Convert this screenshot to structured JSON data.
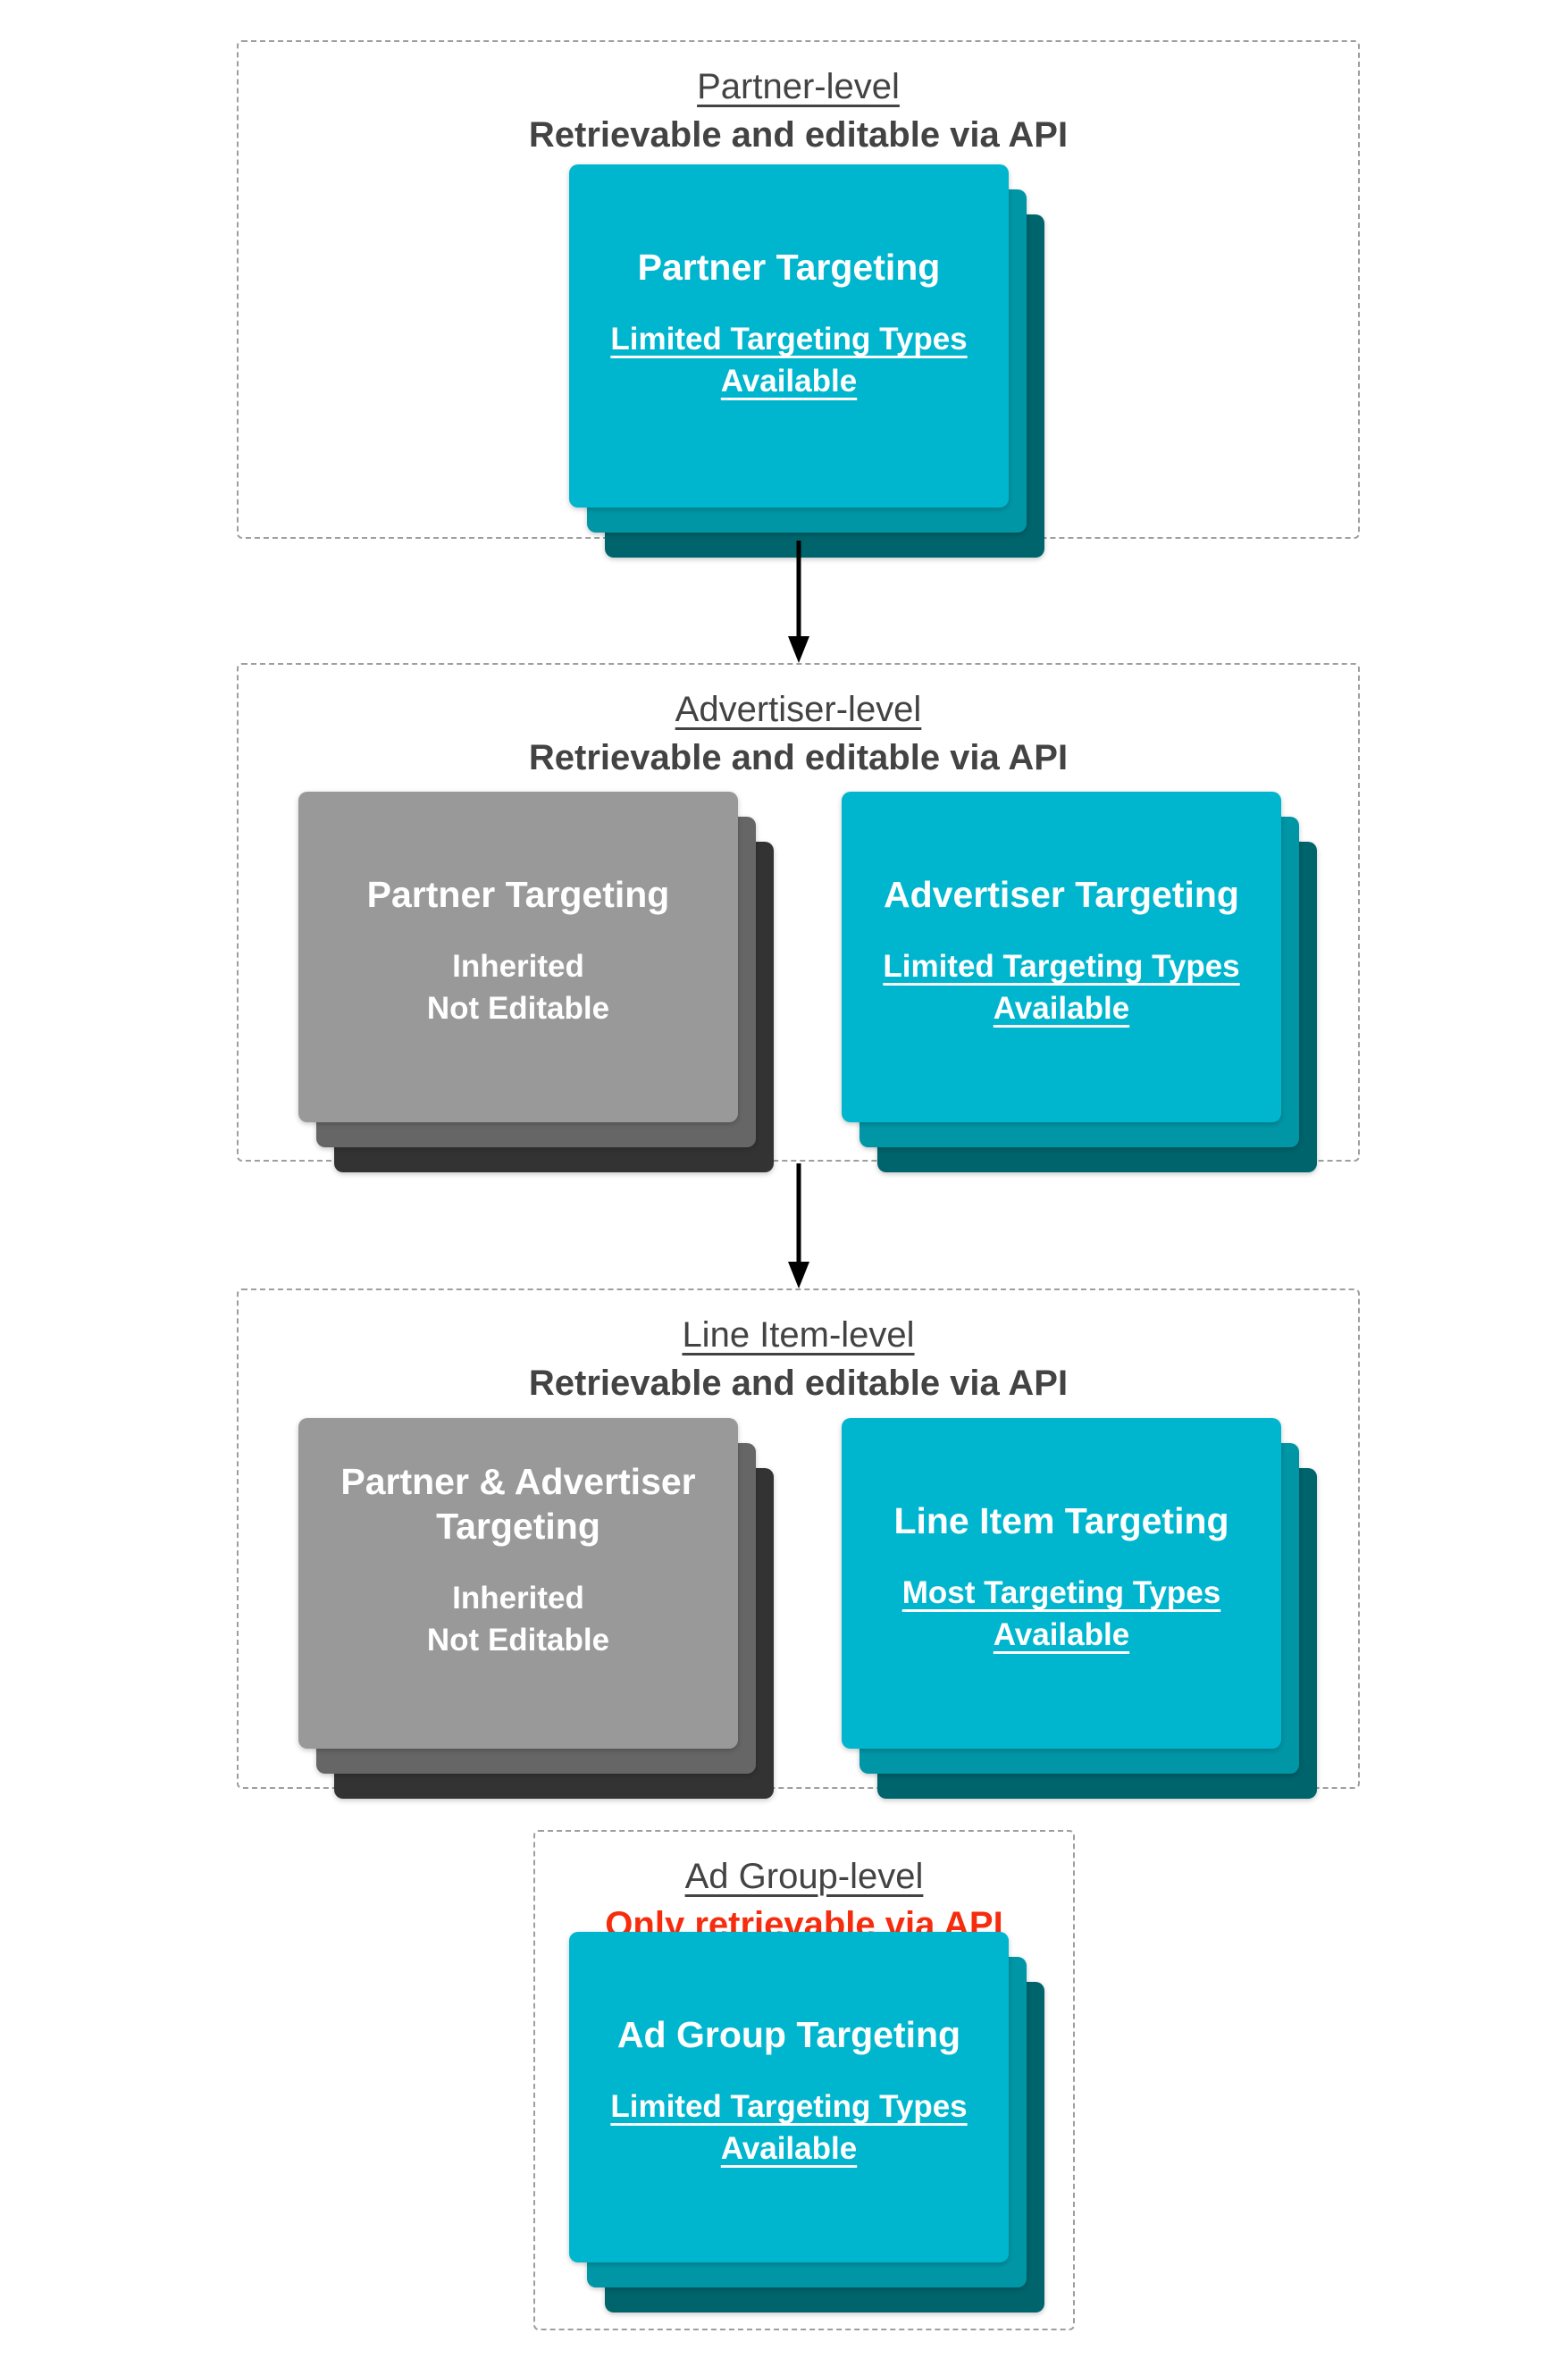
{
  "colors": {
    "teal_front": "#00B6CE",
    "teal_mid": "#0096A6",
    "teal_back": "#00646C",
    "gray_front": "#999999",
    "gray_mid": "#666666",
    "gray_back": "#333333",
    "header_text": "#434343",
    "red_text": "#F52D0E",
    "arrow": "#000000",
    "border": "#9E9E9E",
    "card_text": "#FFFFFF"
  },
  "icons": {
    "down_arrow": "▼"
  },
  "sections": [
    {
      "title": "Partner-level",
      "subtitle": "Retrievable and editable via API",
      "cards": [
        {
          "variant": "teal",
          "title": "Partner Targeting",
          "lines": [
            "Limited Targeting Types",
            "Available"
          ],
          "underlined": true
        }
      ]
    },
    {
      "title": "Advertiser-level",
      "subtitle": "Retrievable and editable via API",
      "cards": [
        {
          "variant": "gray",
          "title": "Partner Targeting",
          "lines": [
            "Inherited",
            "Not Editable"
          ],
          "underlined": false
        },
        {
          "variant": "teal",
          "title": "Advertiser Targeting",
          "lines": [
            "Limited Targeting Types",
            "Available"
          ],
          "underlined": true
        }
      ]
    },
    {
      "title": "Line Item-level",
      "subtitle": "Retrievable and editable via API",
      "cards": [
        {
          "variant": "gray",
          "title": "Partner & Advertiser Targeting",
          "lines": [
            "Inherited",
            "Not Editable"
          ],
          "underlined": false
        },
        {
          "variant": "teal",
          "title": "Line Item Targeting",
          "lines": [
            "Most Targeting Types",
            "Available"
          ],
          "underlined": true
        }
      ]
    },
    {
      "title": "Ad Group-level",
      "subtitle": "Only retrievable via API",
      "cards": [
        {
          "variant": "teal",
          "title": "Ad Group Targeting",
          "lines": [
            "Limited Targeting Types",
            "Available"
          ],
          "underlined": true
        }
      ]
    }
  ]
}
